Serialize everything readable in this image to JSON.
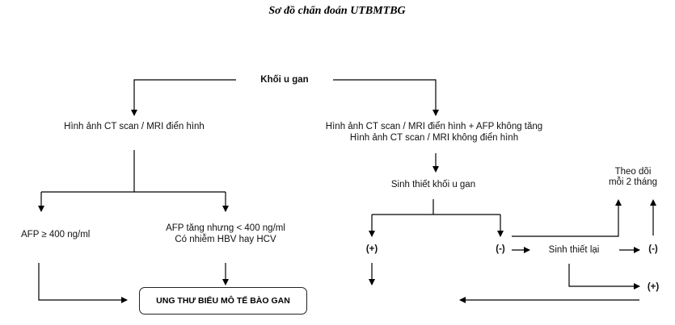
{
  "title": "Sơ đồ chẩn đoán UTBMTBG",
  "nodes": {
    "root": "Khối u gan",
    "typical_imaging": "Hình ảnh CT scan / MRI điển hình",
    "atypical_imaging_line1": "Hình ảnh CT scan / MRI điển hình + AFP không tăng",
    "atypical_imaging_line2": "Hình ảnh CT scan / MRI không điển hình",
    "afp_high": "AFP ≥ 400 ng/ml",
    "afp_moderate_line1": "AFP tăng nhưng < 400 ng/ml",
    "afp_moderate_line2": "Có nhiễm HBV hay HCV",
    "biopsy": "Sinh thiết khối u gan",
    "biopsy_positive": "(+)",
    "biopsy_negative": "(-)",
    "rebiopsy": "Sinh thiết lại",
    "rebiopsy_negative": "(-)",
    "rebiopsy_positive": "(+)",
    "followup_line1": "Theo dõi",
    "followup_line2": "mỗi 2 tháng",
    "result": "UNG THƯ BIỂU MÔ TẾ BÀO GAN"
  }
}
